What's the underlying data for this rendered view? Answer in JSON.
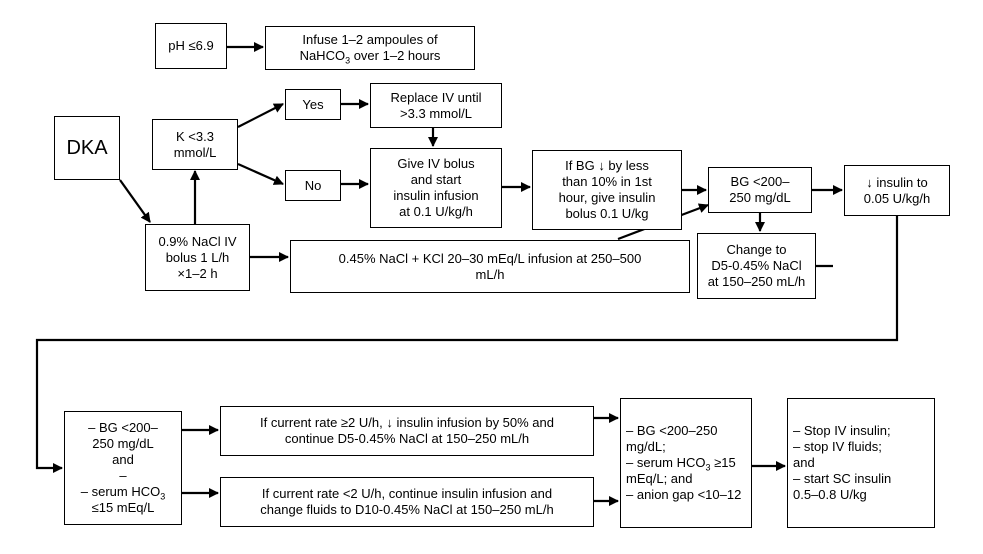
{
  "diagram": {
    "ph": {
      "text": "pH ≤6.9"
    },
    "bicarb": {
      "line1": "Infuse 1–2 ampoules of",
      "line2a": "NaHCO",
      "line2sub": "3",
      "line2b": " over 1–2 hours"
    },
    "dka": {
      "text": "DKA"
    },
    "k": {
      "line1": "K <3.3",
      "line2": "mmol/L"
    },
    "yes": {
      "text": "Yes"
    },
    "no": {
      "text": "No"
    },
    "replace": {
      "line1": "Replace IV until",
      "line2": ">3.3 mmol/L"
    },
    "bolus": {
      "line1": "Give IV bolus",
      "line2": "and start",
      "line3": "insulin infusion",
      "line4": "at 0.1 U/kg/h"
    },
    "ifbg": {
      "line1": "If BG  ↓ by less",
      "line2": "than 10% in 1st",
      "line3": "hour, give insulin",
      "line4": "bolus 0.1 U/kg"
    },
    "bg200": {
      "line1": "BG <200–",
      "line2": "250 mg/dL"
    },
    "reduce": {
      "line1": "↓ insulin to",
      "line2": "0.05 U/kg/h"
    },
    "nacl09": {
      "line1": "0.9% NaCl IV",
      "line2": "bolus 1 L/h",
      "line3": "×1–2 h"
    },
    "nacl045": {
      "line1": "0.45% NaCl + KCl 20–30 mEq/L infusion at 250–500",
      "line2": "mL/h"
    },
    "change": {
      "line1": "Change to",
      "line2": "D5-0.45% NaCl",
      "line3": "at 150–250 mL/h"
    },
    "crit": {
      "line1": "– BG <200–",
      "line2": "250 mg/dL",
      "line3": "and",
      "line4": "–",
      "line5": "– serum HCO",
      "line5sub": "3",
      "line6": "≤15 mEq/L"
    },
    "rate_high": {
      "line1": "If current rate ≥2 U/h, ↓ insulin infusion by 50% and",
      "line2": "continue D5-0.45% NaCl at 150–250 mL/h"
    },
    "rate_low": {
      "line1": "If current rate <2 U/h, continue insulin infusion and",
      "line2": "change fluids to D10-0.45% NaCl at 150–250 mL/h"
    },
    "resolve": {
      "line1": "– BG <200–250",
      "line2": "mg/dL;",
      "line3a": "– serum HCO",
      "line3sub": "3",
      "line3b": " ≥15",
      "line4": " mEq/L; and",
      "line5": "– anion gap <10–12"
    },
    "stop": {
      "line1": "– Stop IV insulin;",
      "line2": "– stop IV fluids;",
      "line3": "and",
      "line4": "– start SC insulin",
      "line5": "0.5–0.8 U/kg"
    }
  }
}
